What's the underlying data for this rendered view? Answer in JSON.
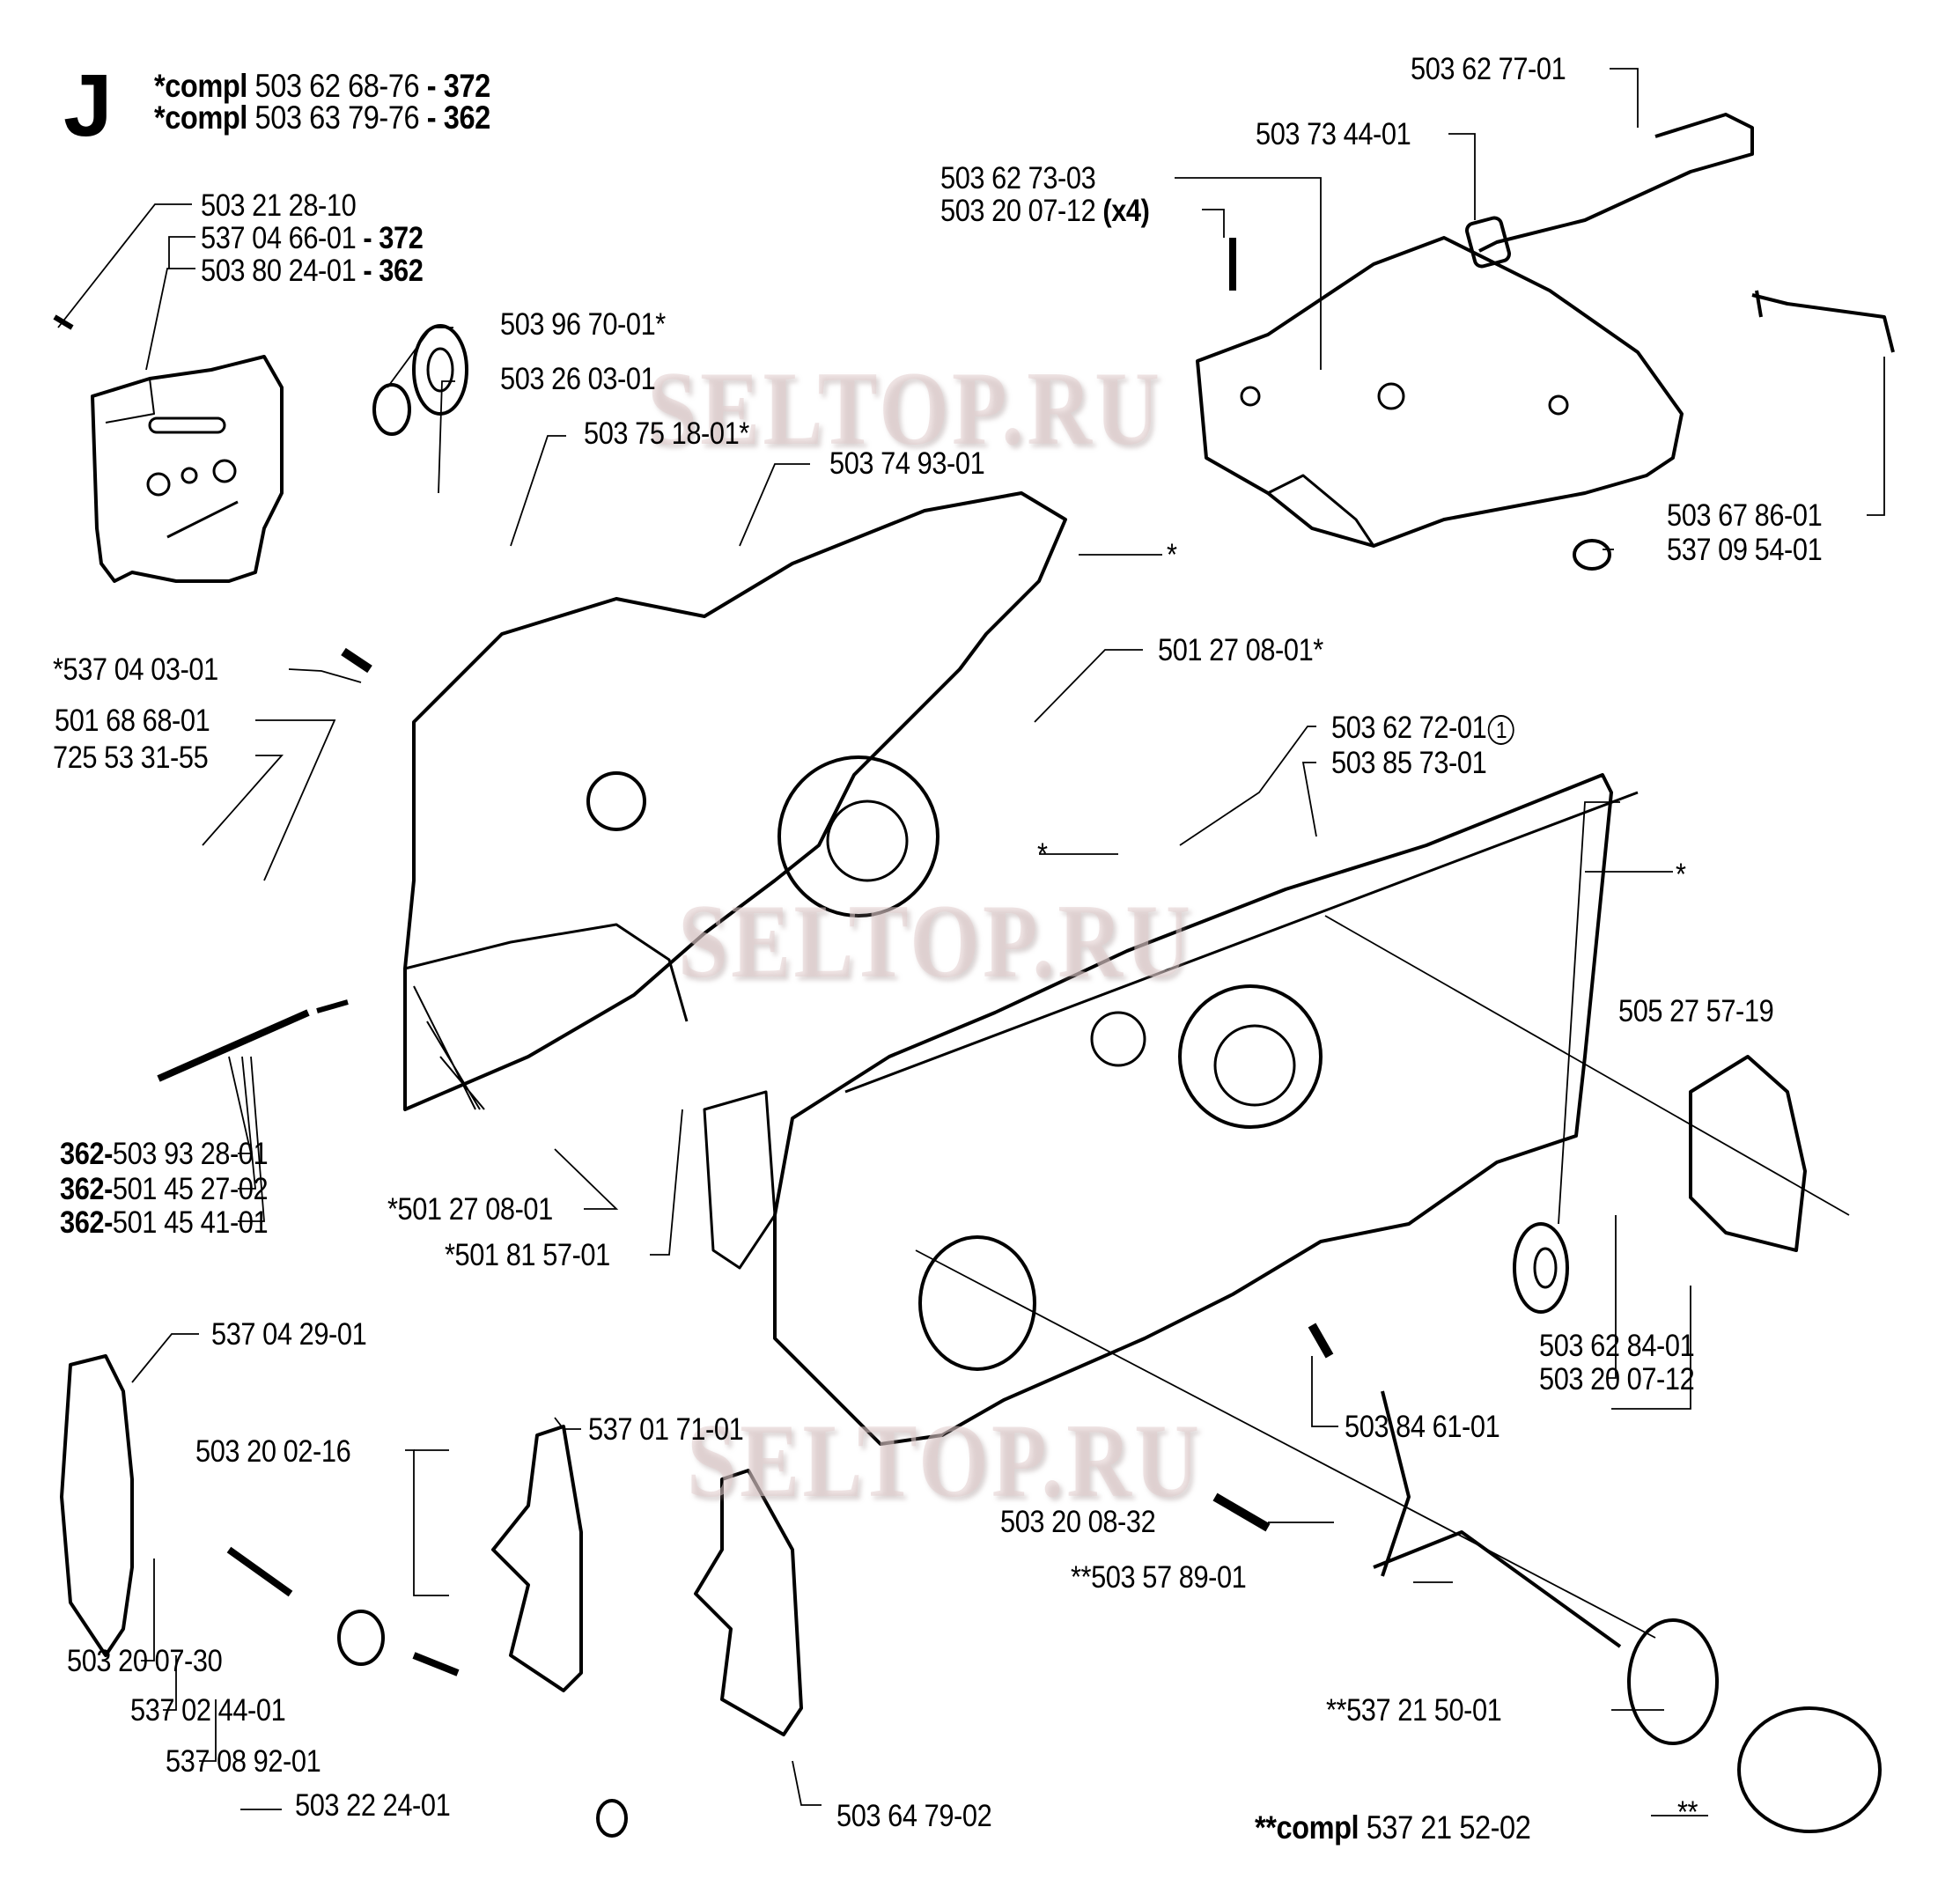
{
  "section_letter": "J",
  "header": [
    {
      "prefix": "*compl",
      "part": "503 62 68-76",
      "sep": " - ",
      "model": "372"
    },
    {
      "prefix": "*compl",
      "part": "503 63 79-76",
      "sep": " - ",
      "model": "362"
    }
  ],
  "watermark": "SELTOP.RU",
  "labels": {
    "l01": {
      "part": "503 21 28-10"
    },
    "l02": {
      "part": "537 04 66-01",
      "model": " - 372"
    },
    "l03": {
      "part": "503 80 24-01",
      "model": " - 362"
    },
    "l04": {
      "part": "503 96 70-01*"
    },
    "l05": {
      "part": "503 26 03-01"
    },
    "l06": {
      "part": "503 75 18-01*"
    },
    "l07": {
      "part": "503 74 93-01"
    },
    "l08": {
      "part": "*537 04 03-01"
    },
    "l09": {
      "part": "501 68 68-01"
    },
    "l10": {
      "part": "725 53 31-55"
    },
    "l11": {
      "part": "501 27 08-01*"
    },
    "l12": {
      "part": "503 62 72-01",
      "note": "1"
    },
    "l13": {
      "part": "503 85 73-01"
    },
    "l14": {
      "part": "505 27 57-19"
    },
    "l15": {
      "model": "362-",
      "part": "503 93 28-01"
    },
    "l16": {
      "model": "362-",
      "part": "501 45 27-02"
    },
    "l17": {
      "model": "362-",
      "part": "501 45 41-01"
    },
    "l18": {
      "part": "*501 27 08-01"
    },
    "l19": {
      "part": "*501 81 57-01"
    },
    "l20": {
      "part": "537 04 29-01"
    },
    "l21": {
      "part": "537 01 71-01"
    },
    "l22": {
      "part": "503 20 02-16"
    },
    "l23": {
      "part": "503 20 07-30"
    },
    "l24": {
      "part": "537 02 44-01"
    },
    "l25": {
      "part": "537 08 92-01"
    },
    "l26": {
      "part": "503 22 24-01"
    },
    "l27": {
      "part": "503 64 79-02"
    },
    "l28": {
      "part": "503 62 84-01"
    },
    "l29": {
      "part": "503 20 07-12"
    },
    "l30": {
      "part": "503 84 61-01"
    },
    "l31": {
      "part": "503 20 08-32"
    },
    "l32": {
      "part": "**503 57 89-01"
    },
    "l33": {
      "part": "**537 21 50-01"
    },
    "l34": {
      "part": "**"
    },
    "l35": {
      "part": "503 62 77-01"
    },
    "l36": {
      "part": "503 73 44-01"
    },
    "l37": {
      "part": "503 62 73-03"
    },
    "l38": {
      "part": "503 20 07-12",
      "qty": " (x4)"
    },
    "l39": {
      "part": "503 67 86-01"
    },
    "l40": {
      "part": "537 09 54-01"
    },
    "star1": {
      "part": "*"
    },
    "star2": {
      "part": "*"
    },
    "star3": {
      "part": "*"
    }
  },
  "footer": {
    "prefix": "**compl",
    "part": "537 21 52-02"
  }
}
